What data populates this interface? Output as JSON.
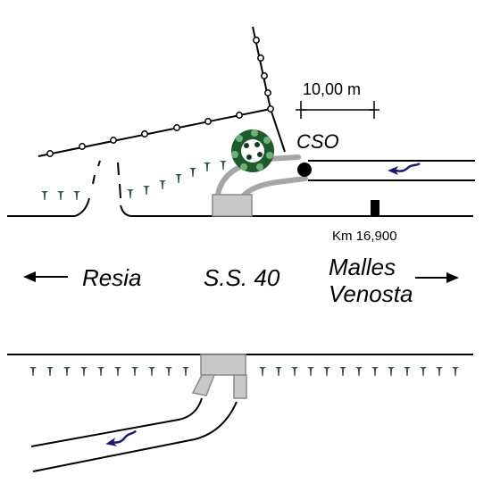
{
  "labels": {
    "scale": "10,00 m",
    "cso": "CSO",
    "km": "Km 16,900",
    "west_destination": "Resia",
    "road": "S.S. 40",
    "east_destination_line1": "Malles",
    "east_destination_line2": "Venosta"
  },
  "colors": {
    "line": "#000000",
    "pipe_gray": "#a6a6a6",
    "chamber_fill": "#c8c8c8",
    "flow_arrow": "#1a1a6e",
    "grass": "#3a5555",
    "tree_dark": "#1e5a2e",
    "tree_light": "#6fb07a"
  },
  "icons": {
    "flow_direction": "flow-arrow-icon",
    "tree": "tree-canopy-icon",
    "grass": "grass-tuft-icon",
    "manhole": "manhole-icon"
  }
}
